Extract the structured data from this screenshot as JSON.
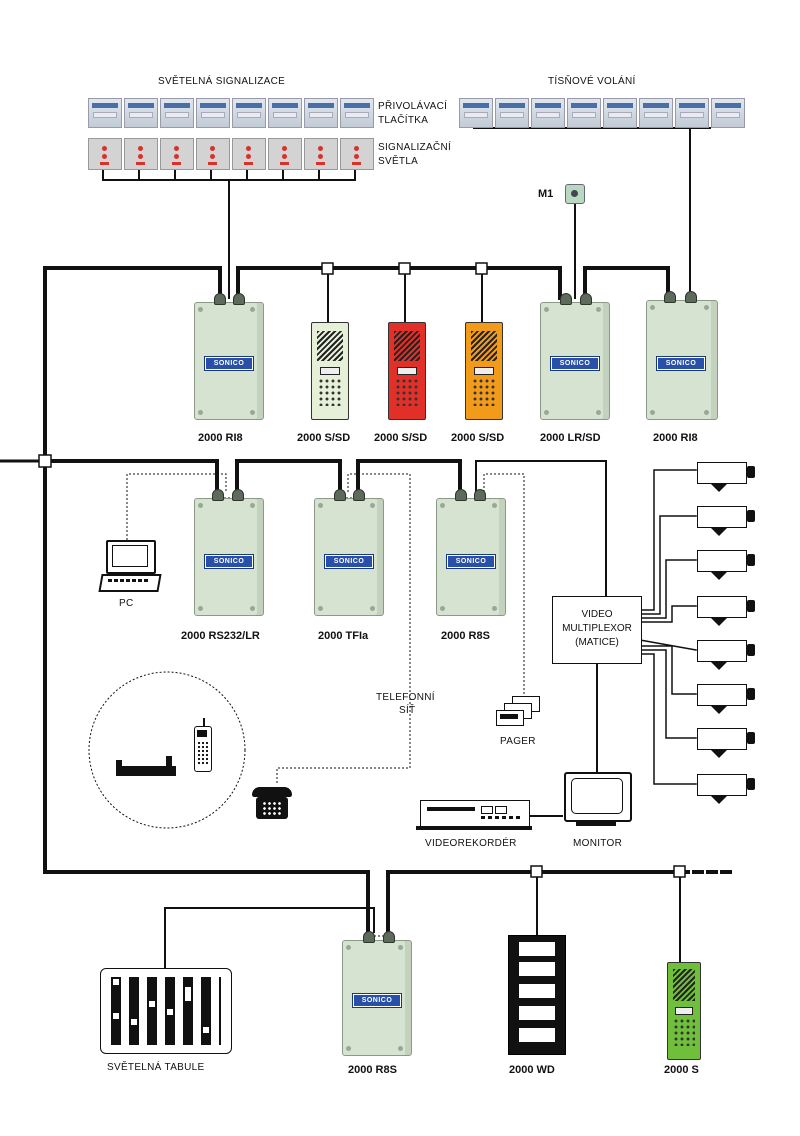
{
  "labels": {
    "svetelna_signalizace": "SVĚTELNÁ SIGNALIZACE",
    "tisnove_volani": "TÍSŇOVÉ VOLÁNÍ",
    "privolavaci_1": "PŘIVOLÁVACÍ",
    "privolavaci_2": "TLAČÍTKA",
    "signalizacni_1": "SIGNALIZAČNÍ",
    "signalizacni_2": "SVĚTLA",
    "m1": "M1",
    "pc": "PC",
    "telefonni_1": "TELEFONNÍ",
    "telefonni_2": "SÍŤ",
    "pager": "PAGER",
    "video_1": "VIDEO",
    "video_2": "MULTIPLEXOR",
    "video_3": "(MATICE)",
    "videorekorder": "VIDEOREKORDÉR",
    "monitor": "MONITOR",
    "svetelna_tabule": "SVĚTELNÁ TABULE"
  },
  "brand": "SONICO",
  "devices": {
    "ri8_left": "2000 RI8",
    "ssd_1": "2000 S/SD",
    "ssd_2": "2000 S/SD",
    "ssd_3": "2000 S/SD",
    "lrsd": "2000 LR/SD",
    "ri8_right": "2000 RI8",
    "rs232": "2000 RS232/LR",
    "tfia": "2000 TFIa",
    "r8s_mid": "2000 R8S",
    "r8s_bottom": "2000 R8S",
    "wd": "2000 WD",
    "s": "2000 S"
  },
  "colors": {
    "box": "#d6e3d0",
    "brand_badge": "#2850a8",
    "intercom_light": "#e6f0d8",
    "intercom_red": "#e03028",
    "intercom_orange": "#f29a1a",
    "intercom_green": "#6fbf3a",
    "lamp_red": "#d6322c"
  },
  "icons": [
    "pc-icon",
    "phone-icon",
    "mobile-phone-icon",
    "charger-icon",
    "pager-icon",
    "camera-icon",
    "monitor-icon",
    "vcr-icon",
    "tableau-icon",
    "sensor-icon"
  ]
}
